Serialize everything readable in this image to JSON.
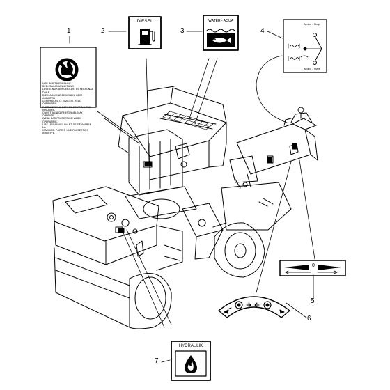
{
  "callouts": [
    "1",
    "2",
    "3",
    "4",
    "5",
    "6",
    "7"
  ],
  "decals": {
    "diesel": {
      "label": "DIESEL"
    },
    "water": {
      "label": "WATER - AQUA"
    },
    "vibration": {
      "top_label": "Motor - Stop",
      "bottom_label": "Motor - Start"
    },
    "hydraulic": {
      "label": "HYDRAULIK"
    },
    "direction": {
      "center_label": "0"
    },
    "warning": {
      "lines": [
        "VOR INBETRIEBNAHME BEDIENUNGSANLEITUNG",
        "LESEN. NUR AUSGEBILDETES PERSONAL DARF",
        "DIE MASCHINE BEDIENEN. BEIM ARBEITEN",
        "GEHÖRSCHUTZ TRAGEN. READ OPERATING",
        "INSTRUCTIONS BEFORE STARTING THE MACHINE.",
        "ONLY TRAINED PERSONNEL MAY OPERATE.",
        "WEAR EAR PROTECTION WHEN OPERATING.",
        "LIRE LE MANUEL AVANT DE DÉMARRER LA",
        "MACHINE. PORTER UNE PROTECTION AUDITIVE."
      ]
    }
  },
  "colors": {
    "line": "#000000",
    "paper": "#ffffff"
  },
  "icons": [
    "no-fire-icon",
    "fuel-pump-icon",
    "fish-icon",
    "wave-icon",
    "flame-drop-icon",
    "vibration-lever-icon",
    "direction-arrows-icon",
    "speed-control-icon"
  ]
}
